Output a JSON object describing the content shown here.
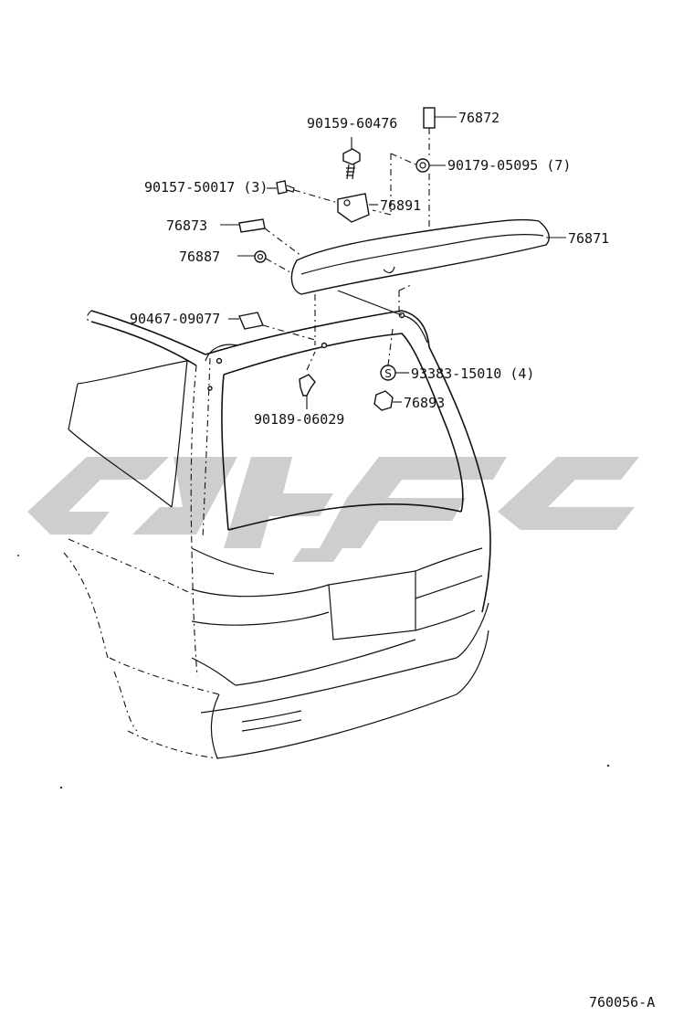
{
  "parts": {
    "p76872": "76872",
    "p90159": "90159-60476",
    "p90179": "90179-05095 (7)",
    "p90157": "90157-50017 (3)",
    "p76891": "76891",
    "p76873": "76873",
    "p76871": "76871",
    "p76887": "76887",
    "p90467": "90467-09077",
    "p93383": "93383-15010 (4)",
    "p76893": "76893",
    "p90189": "90189-06029"
  },
  "figure_id": "760056-A",
  "symbols": {
    "s_marker": "S"
  },
  "colors": {
    "ink": "#111111",
    "watermark": "#c9c9c9"
  }
}
